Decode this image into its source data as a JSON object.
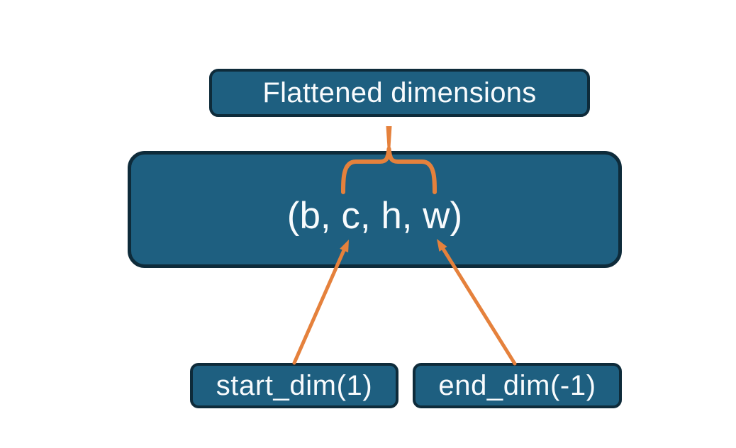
{
  "diagram": {
    "boxes": {
      "flattened": {
        "label": "Flattened dimensions"
      },
      "tensor": {
        "label": "(b, c, h, w)"
      },
      "start_dim": {
        "label": "start_dim(1)"
      },
      "end_dim": {
        "label": "end_dim(-1)"
      }
    },
    "connectors": {
      "brace": "curly brace grouping dimensions c, h, w under 'Flattened dimensions'",
      "start_dim_arrow": "arrow from start_dim(1) box to dimension c",
      "end_dim_arrow": "arrow from end_dim(-1) box to dimension w"
    }
  },
  "colors": {
    "box_fill": "#1e5f80",
    "box_border": "#0e2b3a",
    "connector": "#e5813c",
    "text": "#f8fbfd",
    "background": "#ffffff"
  }
}
